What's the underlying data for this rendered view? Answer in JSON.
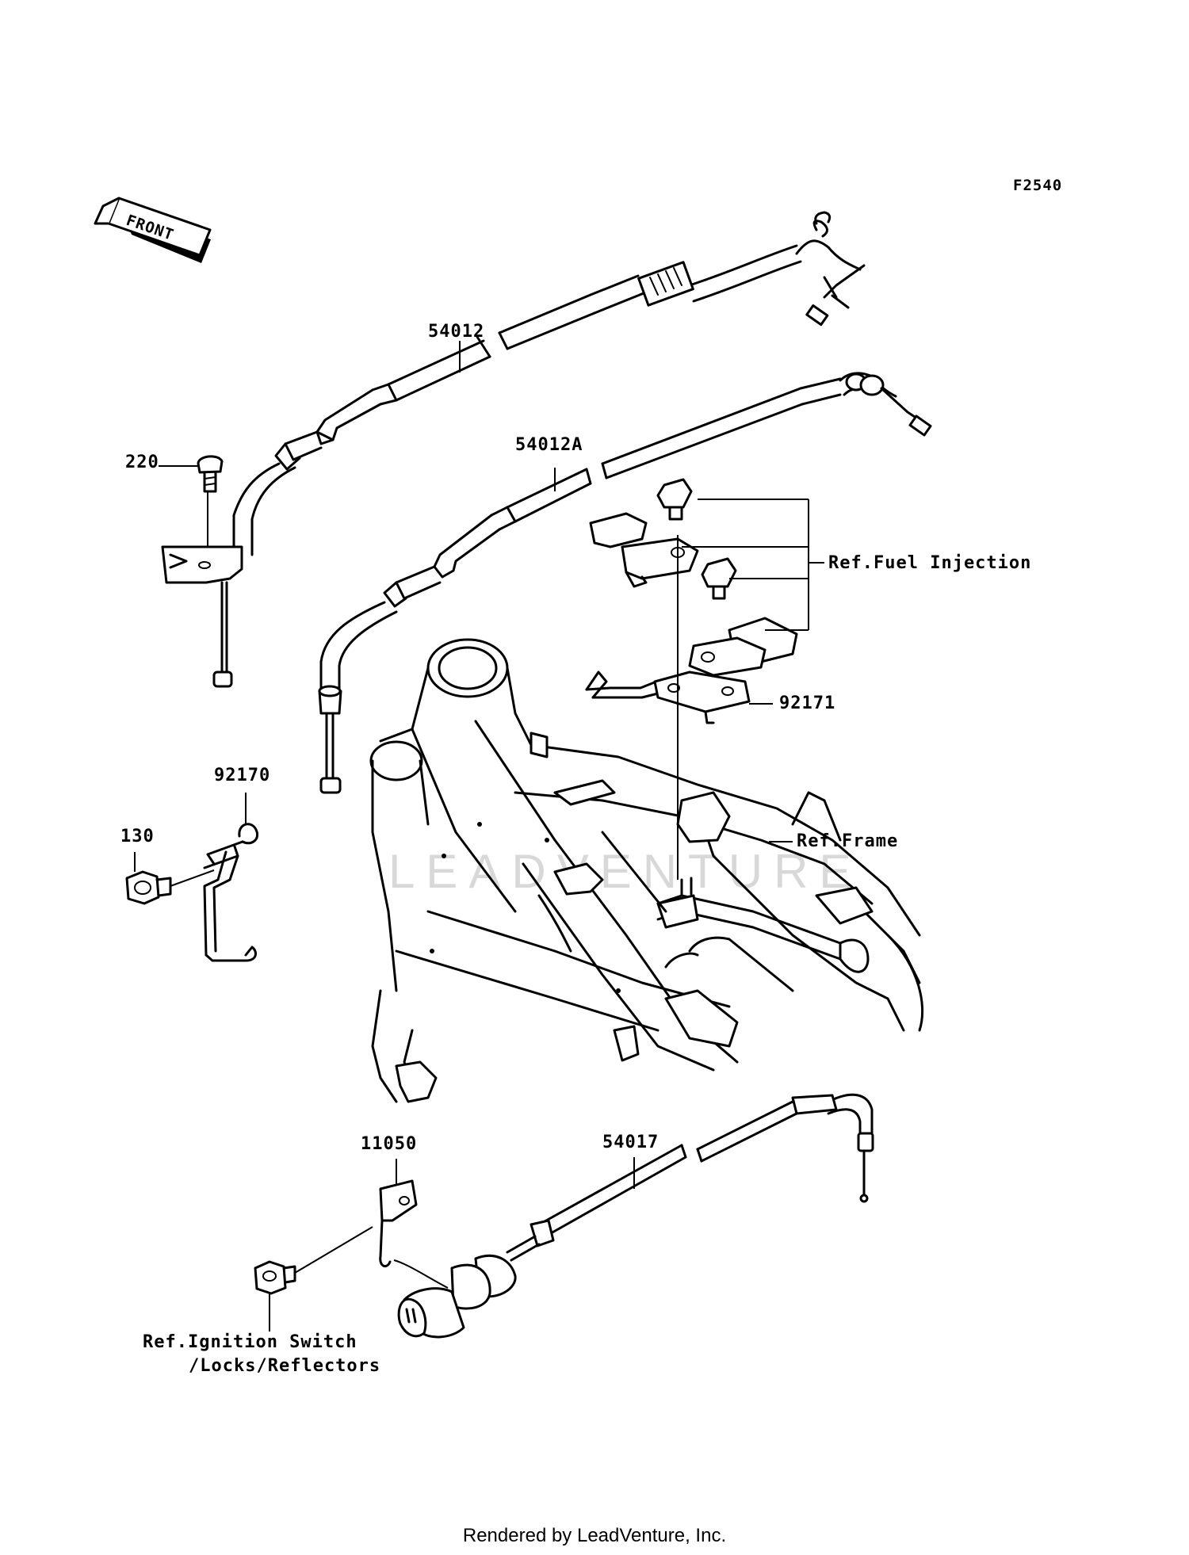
{
  "figure_code": "F2540",
  "front_arrow_label": "FRONT",
  "watermark": "LEADVENTURE",
  "parts": {
    "throttle_cable_upper": "54012",
    "throttle_cable_lower": "54012A",
    "screw": "220",
    "bolt": "130",
    "bracket_clamp": "92170",
    "bracket": "92171",
    "choke_bracket": "11050",
    "choke_cable": "54017"
  },
  "references": {
    "fuel_injection": "Ref.Fuel Injection",
    "frame": "Ref.Frame",
    "ignition_line1": "Ref.Ignition Switch",
    "ignition_line2": "/Locks/Reflectors"
  },
  "footer": "Rendered by LeadVenture, Inc."
}
